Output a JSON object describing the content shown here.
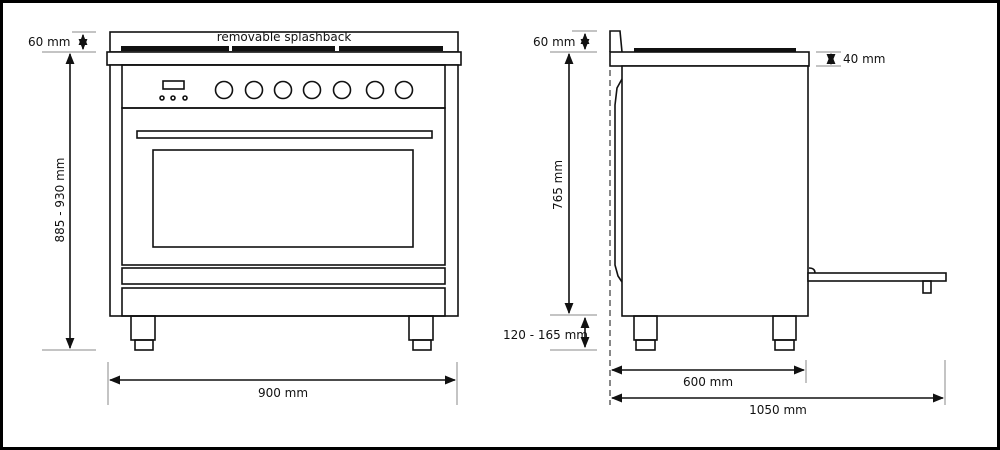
{
  "front_view": {
    "splashback_label": "removable splashback",
    "splashback_height": "60 mm",
    "total_height": "885 - 930 mm",
    "width": "900 mm"
  },
  "side_view": {
    "splashback_height": "60 mm",
    "worktop_thickness": "40 mm",
    "body_height": "765 mm",
    "leg_height": "120 - 165 mm",
    "depth": "600 mm",
    "depth_with_door_open": "1050 mm"
  },
  "colors": {
    "line": "#111111",
    "background": "#ffffff",
    "frame": "#000000"
  }
}
